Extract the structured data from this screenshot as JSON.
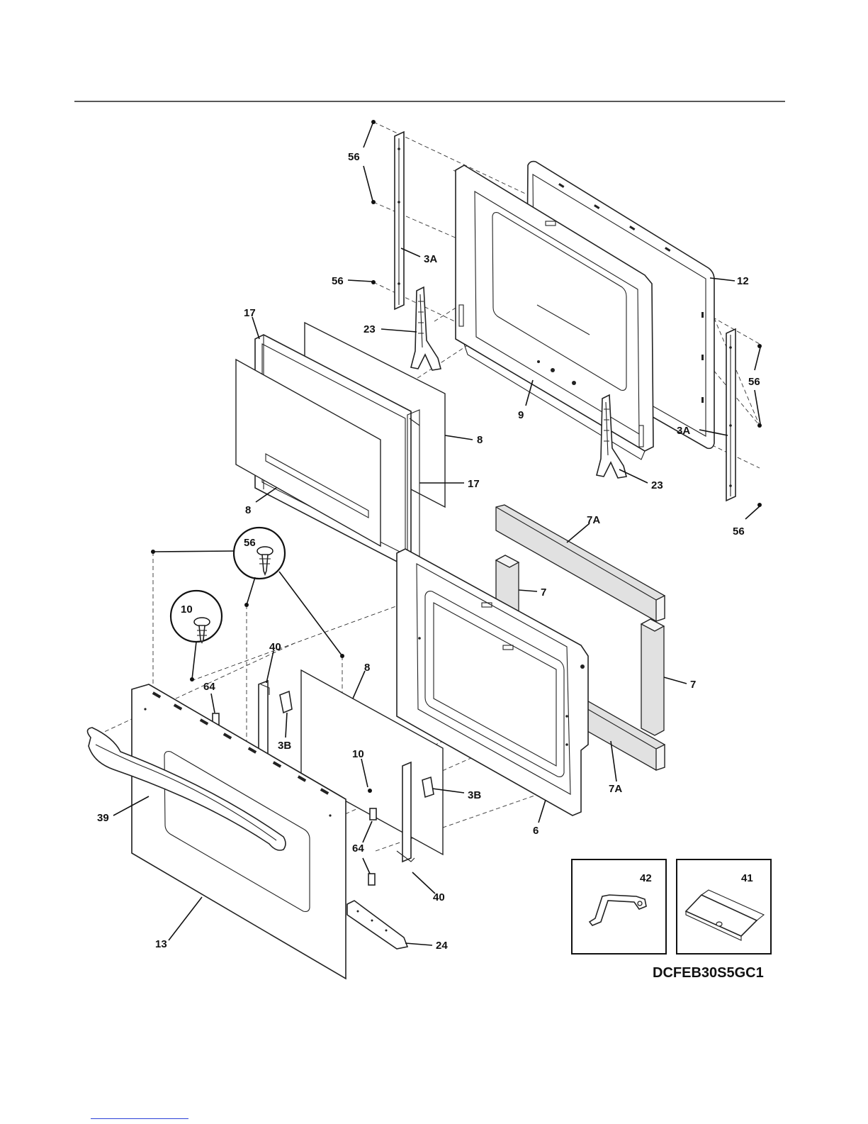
{
  "model_code": "DCFEB30S5GC1",
  "callouts": {
    "56_top": "56",
    "3A_left": "3A",
    "56_mid": "56",
    "12": "12",
    "17_top": "17",
    "23_top": "23",
    "56_right": "56",
    "9": "9",
    "3A_right": "3A",
    "8_upper_right": "8",
    "17_lower": "17",
    "23_lower": "23",
    "8_upper_left": "8",
    "56_bottom_right": "56",
    "7A_top": "7A",
    "56_detail": "56",
    "7_left": "7",
    "10_detail": "10",
    "40_top": "40",
    "8_lower": "8",
    "7_right": "7",
    "64_top": "64",
    "3B_left": "3B",
    "10_lower": "10",
    "3B_right": "3B",
    "7A_bottom": "7A",
    "39": "39",
    "6": "6",
    "64_lower": "64",
    "40_lower": "40",
    "13": "13",
    "24": "24",
    "42": "42",
    "41": "41"
  }
}
